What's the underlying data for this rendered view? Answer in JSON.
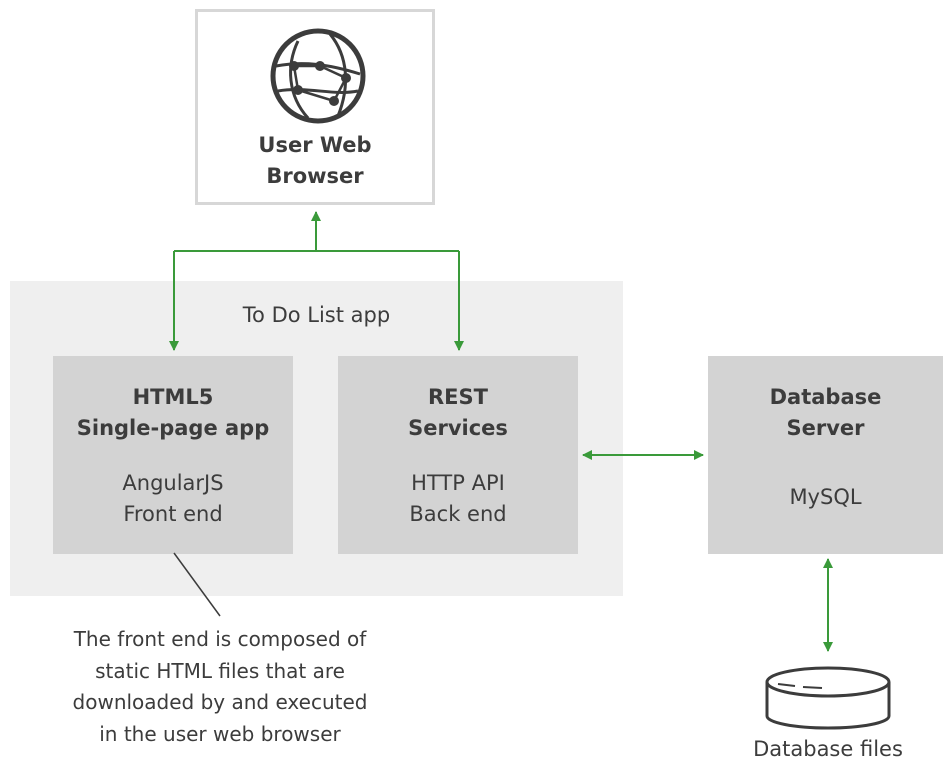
{
  "browser": {
    "title_line1": "User Web",
    "title_line2": "Browser"
  },
  "app": {
    "title": "To Do List app",
    "frontend": {
      "title_line1": "HTML5",
      "title_line2": "Single-page app",
      "sub_line1": "AngularJS",
      "sub_line2": "Front end"
    },
    "rest": {
      "title_line1": "REST",
      "title_line2": "Services",
      "sub_line1": "HTTP API",
      "sub_line2": "Back end"
    }
  },
  "database_server": {
    "title_line1": "Database",
    "title_line2": "Server",
    "sub": "MySQL"
  },
  "database_files": {
    "label": "Database files"
  },
  "note": {
    "line1": "The front end is composed of",
    "line2": "static HTML files that are",
    "line3": "downloaded by and executed",
    "line4": "in the user web browser"
  },
  "colors": {
    "arrow": "#3a9a3a",
    "box_fill": "#d3d3d3",
    "container_fill": "#efefef",
    "border": "#d7d7d7",
    "text": "#3c3c3c"
  },
  "icons": {
    "browser": "globe-network-icon",
    "database": "database-cylinder-icon"
  }
}
